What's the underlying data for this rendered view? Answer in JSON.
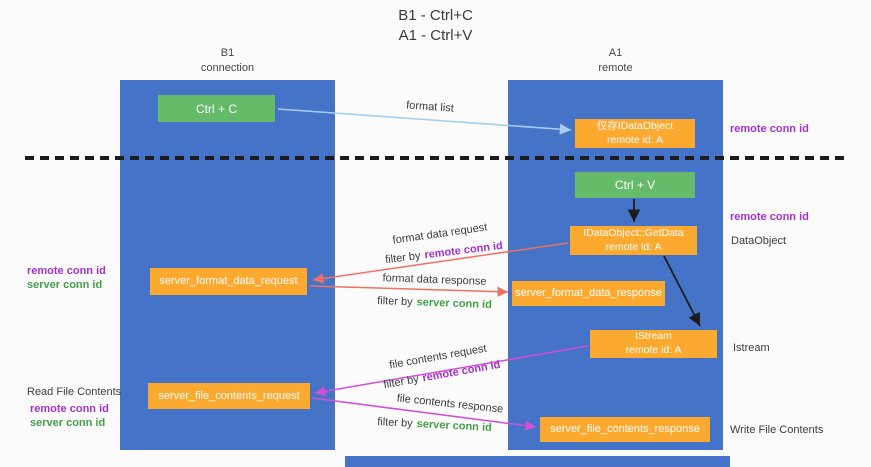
{
  "title": {
    "line1": "B1 - Ctrl+C",
    "line2": "A1 - Ctrl+V"
  },
  "lanes": {
    "left": {
      "name": "B1",
      "subtitle": "connection"
    },
    "right": {
      "name": "A1",
      "subtitle": "remote"
    }
  },
  "boxes": {
    "ctrl_c": {
      "label": "Ctrl + C"
    },
    "ctrl_v": {
      "label": "Ctrl + V"
    },
    "idataobject_cache": {
      "line1": "仅存IDataObject",
      "line2": "remote id: A"
    },
    "getdata": {
      "line1": "IDataObject::GetData",
      "line2": "remote id: A"
    },
    "istream": {
      "line1": "IStream",
      "line2": "remote id: A"
    },
    "format_request": {
      "label": "server_format_data_request"
    },
    "format_response": {
      "label": "server_format_data_response"
    },
    "file_request": {
      "label": "server_file_contents_request"
    },
    "file_response": {
      "label": "server_file_contents_response"
    }
  },
  "arrow_labels": {
    "format_list": "format list",
    "format_data_request": "format data request",
    "format_data_response": "format data response",
    "file_contents_request": "file contents request",
    "file_contents_response": "file contents response",
    "filter_by": "filter by",
    "remote_conn_id": "remote conn id",
    "server_conn_id": "server conn id"
  },
  "side_labels": {
    "remote_conn_id": "remote conn id",
    "server_conn_id": "server conn id",
    "dataobject": "DataObject",
    "istream": "Istream",
    "read_file_contents": "Read File Contents",
    "write_file_contents": "Write File Contents"
  },
  "colors": {
    "lane_blue": "#4573c8",
    "box_green": "#66bb6a",
    "box_orange": "#fca92f",
    "arrow_light_blue": "#a6cdec",
    "arrow_salmon": "#ef7166",
    "arrow_magenta": "#d24fd2",
    "arrow_black": "#1c1c1c",
    "text_purple": "#a233cc",
    "text_green": "#43a047"
  }
}
